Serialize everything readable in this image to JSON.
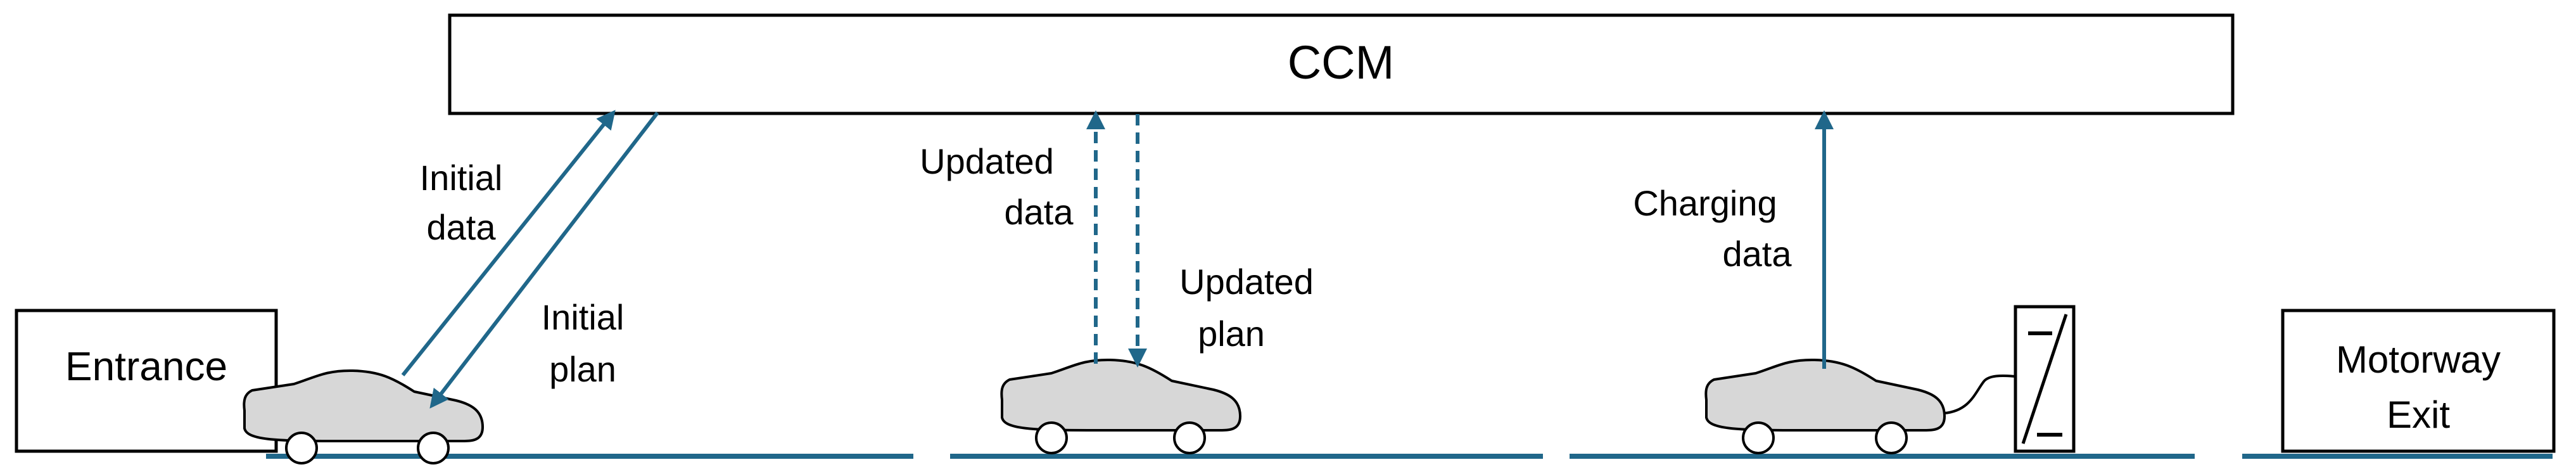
{
  "diagram": {
    "ccm_label": "CCM",
    "entrance_label": "Entrance",
    "exit_label": [
      "Motorway",
      "Exit"
    ],
    "initial_data_label": [
      "Initial",
      "data"
    ],
    "initial_plan_label": [
      "Initial",
      "plan"
    ],
    "updated_data_label": [
      "Updated",
      "data"
    ],
    "updated_plan_label": [
      "Updated",
      "plan"
    ],
    "charging_data_label": [
      "Charging",
      "data"
    ]
  },
  "colors": {
    "accent": "#20678a",
    "car_fill": "#d7d7d7",
    "outline": "#000000"
  }
}
